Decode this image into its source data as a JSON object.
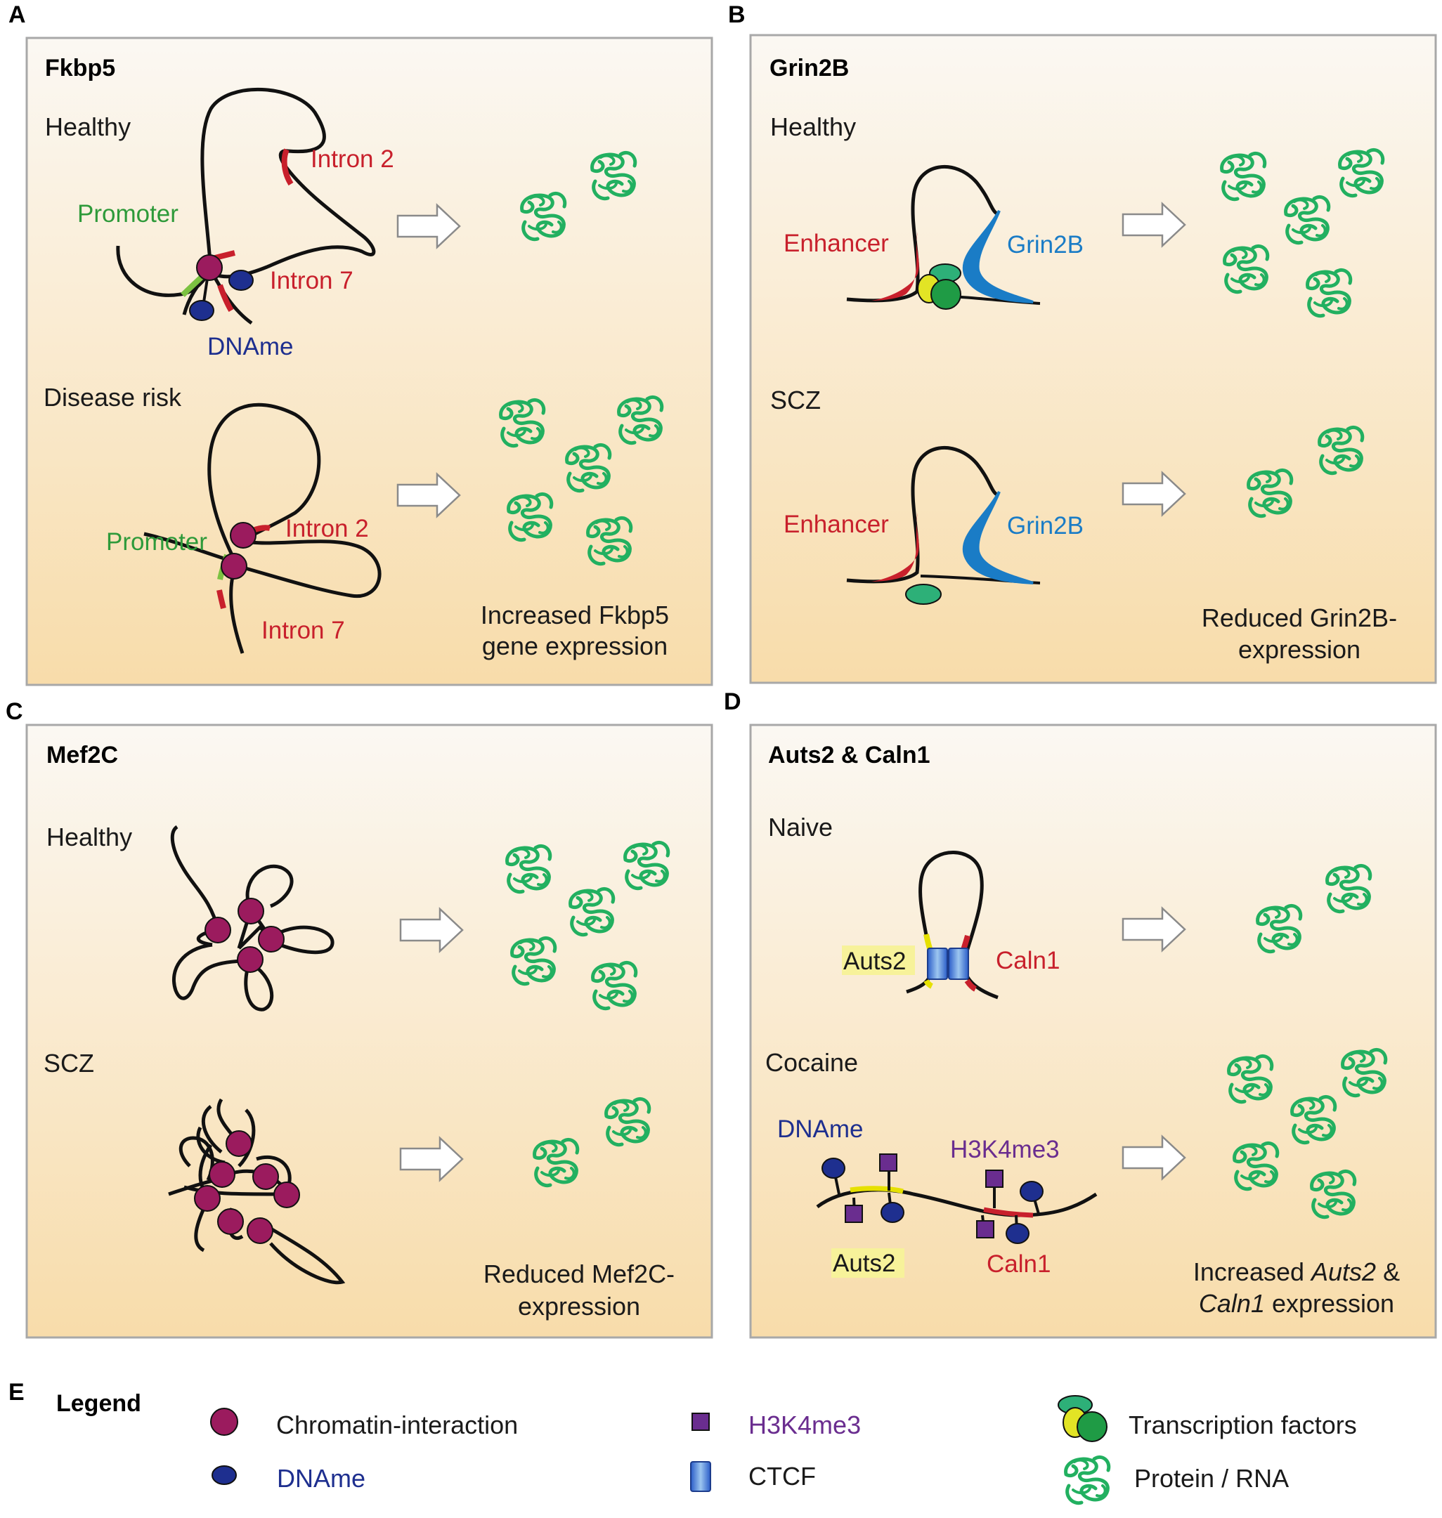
{
  "panels": {
    "A": {
      "letter": "A",
      "title": "Fkbp5",
      "state1": "Healthy",
      "state2": "Disease risk",
      "promoter_1": "Promoter",
      "intron2_1": "Intron 2",
      "intron7_1": "Intron 7",
      "dname_1": "DNAme",
      "promoter_2": "Promoter",
      "intron2_2": "Intron 2",
      "intron7_2": "Intron 7",
      "caption_line1": "Increased Fkbp5",
      "caption_line2": "gene expression"
    },
    "B": {
      "letter": "B",
      "title": "Grin2B",
      "state1": "Healthy",
      "state2": "SCZ",
      "enhancer_1": "Enhancer",
      "gene_1": "Grin2B",
      "enhancer_2": "Enhancer",
      "gene_2": "Grin2B",
      "caption_line1": "Reduced Grin2B-",
      "caption_line2": "expression"
    },
    "C": {
      "letter": "C",
      "title": "Mef2C",
      "state1": "Healthy",
      "state2": "SCZ",
      "caption_line1": "Reduced Mef2C-",
      "caption_line2": "expression"
    },
    "D": {
      "letter": "D",
      "title": "Auts2 & Caln1",
      "state1": "Naive",
      "state2": "Cocaine",
      "auts2_1": "Auts2",
      "caln1_1": "Caln1",
      "dname": "DNAme",
      "h3k4me3": "H3K4me3",
      "auts2_2": "Auts2",
      "caln1_2": "Caln1",
      "caption_line1_a": "Increased ",
      "caption_line1_b": "Auts2",
      "caption_line1_c": " &",
      "caption_line2_a": "Caln1",
      "caption_line2_b": " expression"
    }
  },
  "legend": {
    "letter": "E",
    "title": "Legend",
    "items": [
      {
        "label": "Chromatin-interaction",
        "icon": "magenta-circle"
      },
      {
        "label": "DNAme",
        "icon": "navy-ellipse"
      },
      {
        "label": "H3K4me3",
        "icon": "purple-square"
      },
      {
        "label": "CTCF",
        "icon": "blue-bar"
      },
      {
        "label": "Transcription factors",
        "icon": "tf-cluster"
      },
      {
        "label": "Protein / RNA",
        "icon": "green-squiggle"
      }
    ]
  },
  "colors": {
    "panel_top": "#fbf8f2",
    "panel_bottom": "#f8dfae",
    "promoter": "#2e9a3a",
    "intron": "#c8202c",
    "dname": "#1e2f8f",
    "gene_blue": "#1a7cc6",
    "h3k4me3": "#6a2d8f",
    "auts2": "#c9c400",
    "protein": "#22b060",
    "chromatin": "#9b1b5e"
  }
}
